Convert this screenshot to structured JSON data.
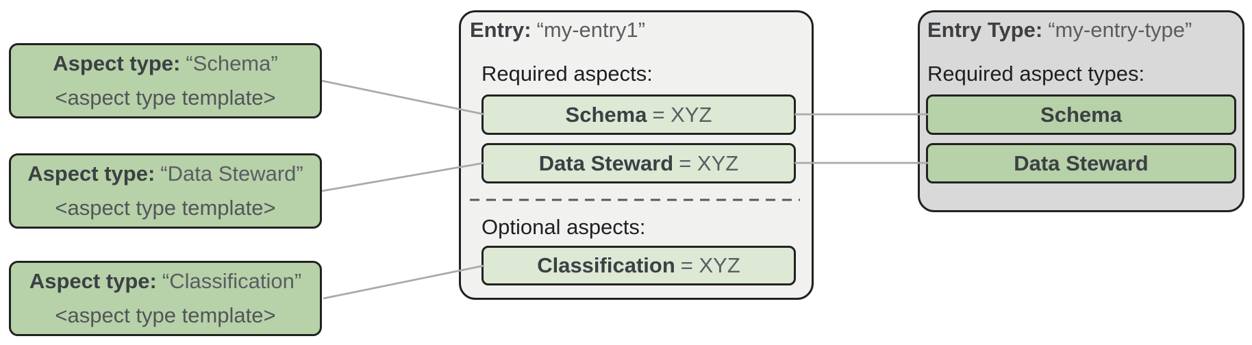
{
  "colors": {
    "green_solid": "#b7d1a9",
    "green_light": "#dde8d5",
    "entry_container_bg": "#f1f2f0",
    "entry_type_container_bg": "#d9d9d9",
    "border_dark": "#212121",
    "connector_gray": "#a9abaa",
    "text_bold": "#3c4043",
    "text_regular": "#5a5d60"
  },
  "aspect_types": [
    {
      "label": "Aspect type:",
      "name": "“Schema”",
      "template": "<aspect type template>"
    },
    {
      "label": "Aspect type:",
      "name": "“Data Steward”",
      "template": "<aspect type template>"
    },
    {
      "label": "Aspect type:",
      "name": "“Classification”",
      "template": "<aspect type template>"
    }
  ],
  "entry": {
    "label": "Entry:",
    "name": "“my-entry1”",
    "required_label": "Required aspects:",
    "optional_label": "Optional aspects:",
    "required_aspects": [
      {
        "name": "Schema",
        "value": "= XYZ"
      },
      {
        "name": "Data Steward",
        "value": "= XYZ"
      }
    ],
    "optional_aspects": [
      {
        "name": "Classification",
        "value": "= XYZ"
      }
    ]
  },
  "entry_type": {
    "label": "Entry Type:",
    "name": "“my-entry-type”",
    "required_label": "Required aspect types:",
    "required_aspect_types": [
      "Schema",
      "Data Steward"
    ]
  }
}
